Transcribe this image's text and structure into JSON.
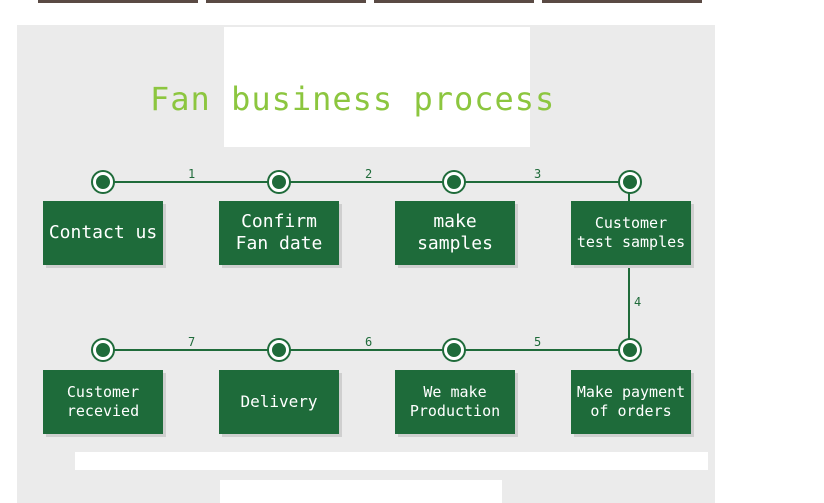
{
  "title": "Fan business process",
  "steps": [
    {
      "label": "Contact us"
    },
    {
      "label": "Confirm\nFan date"
    },
    {
      "label": "make\nsamples"
    },
    {
      "label": "Customer\ntest samples"
    },
    {
      "label": "Make payment\nof orders"
    },
    {
      "label": "We make\nProduction"
    },
    {
      "label": "Delivery"
    },
    {
      "label": "Customer\nrecevied"
    }
  ],
  "connectors": [
    "1",
    "2",
    "3",
    "4",
    "5",
    "6",
    "7"
  ],
  "colors": {
    "accent": "#8cc63f",
    "box": "#1e6b3a",
    "line": "#1f6b3a",
    "panel": "#ebebeb"
  }
}
